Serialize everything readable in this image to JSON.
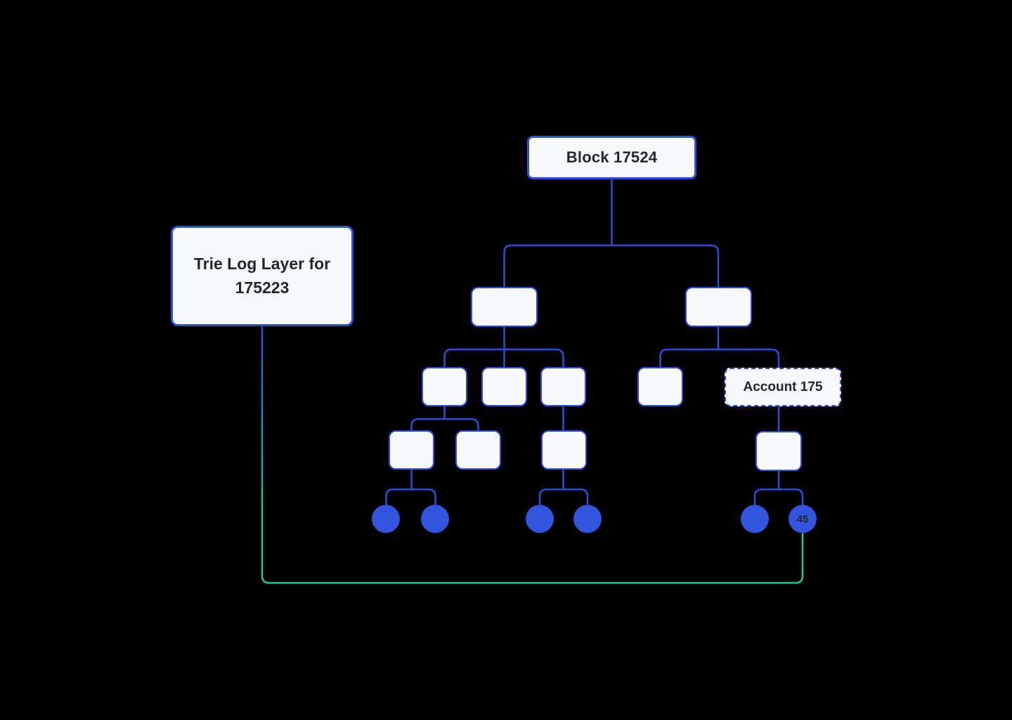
{
  "nodes": {
    "block": {
      "label": "Block 17524"
    },
    "trie_log": {
      "line1": "Trie Log Layer for",
      "line2": "175223"
    },
    "account": {
      "label": "Account 175"
    },
    "leaf_45": {
      "label": "45"
    }
  },
  "colors": {
    "background": "#000000",
    "connector_blue": "#2e4ed8",
    "node_border_blue": "#2e4ed8",
    "node_fill": "#f8f9fa",
    "circle_fill": "#3355dd",
    "log_link_green": "#21c795",
    "text_dark": "#23272e"
  }
}
